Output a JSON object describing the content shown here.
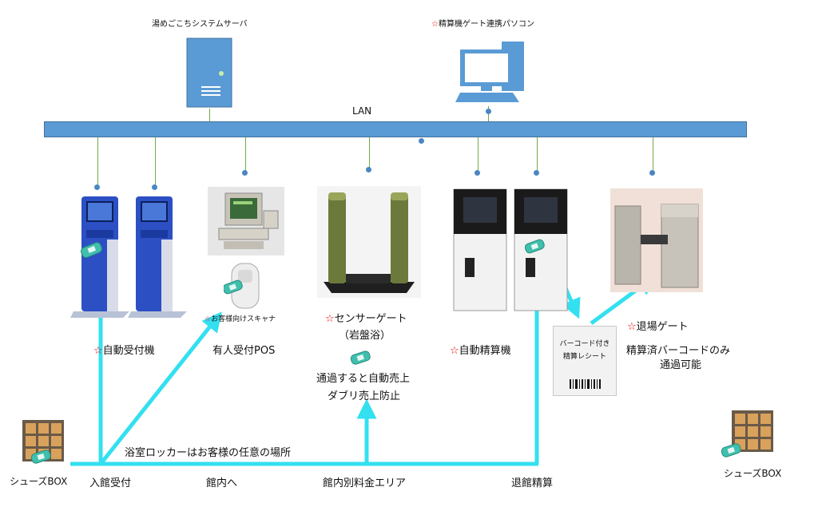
{
  "labels": {
    "system_server": "湯めごこちシステムサーバ",
    "gate_pc": "精算機ゲート連携パソコン",
    "lan": "LAN",
    "auto_reception": "自動受付機",
    "customer_scanner": "お客様向けスキャナ",
    "manned_pos": "有人受付POS",
    "sensor_gate": "センサーゲート",
    "sensor_gate_sub": "（岩盤浴）",
    "auto_sale_1": "通過すると自動売上",
    "auto_sale_2": "ダブリ売上防止",
    "auto_payment": "自動精算機",
    "barcode_receipt_1": "バーコード付き",
    "barcode_receipt_2": "精算レシート",
    "exit_gate": "退場ゲート",
    "exit_gate_desc_1": "精算済バーコードのみ",
    "exit_gate_desc_2": "通過可能",
    "locker_note": "浴室ロッカーはお客様の任意の場所",
    "shoes_box_left": "シューズBOX",
    "shoes_box_right": "シューズBOX",
    "checkin": "入館受付",
    "to_inside": "館内へ",
    "paid_area": "館内別料金エリア",
    "checkout": "退館精算",
    "star": "☆"
  },
  "colors": {
    "flow_arrow": "#33e0f0",
    "lan_bar": "#5b9bd5",
    "connector": "#70ad47",
    "star": "#e60000"
  }
}
